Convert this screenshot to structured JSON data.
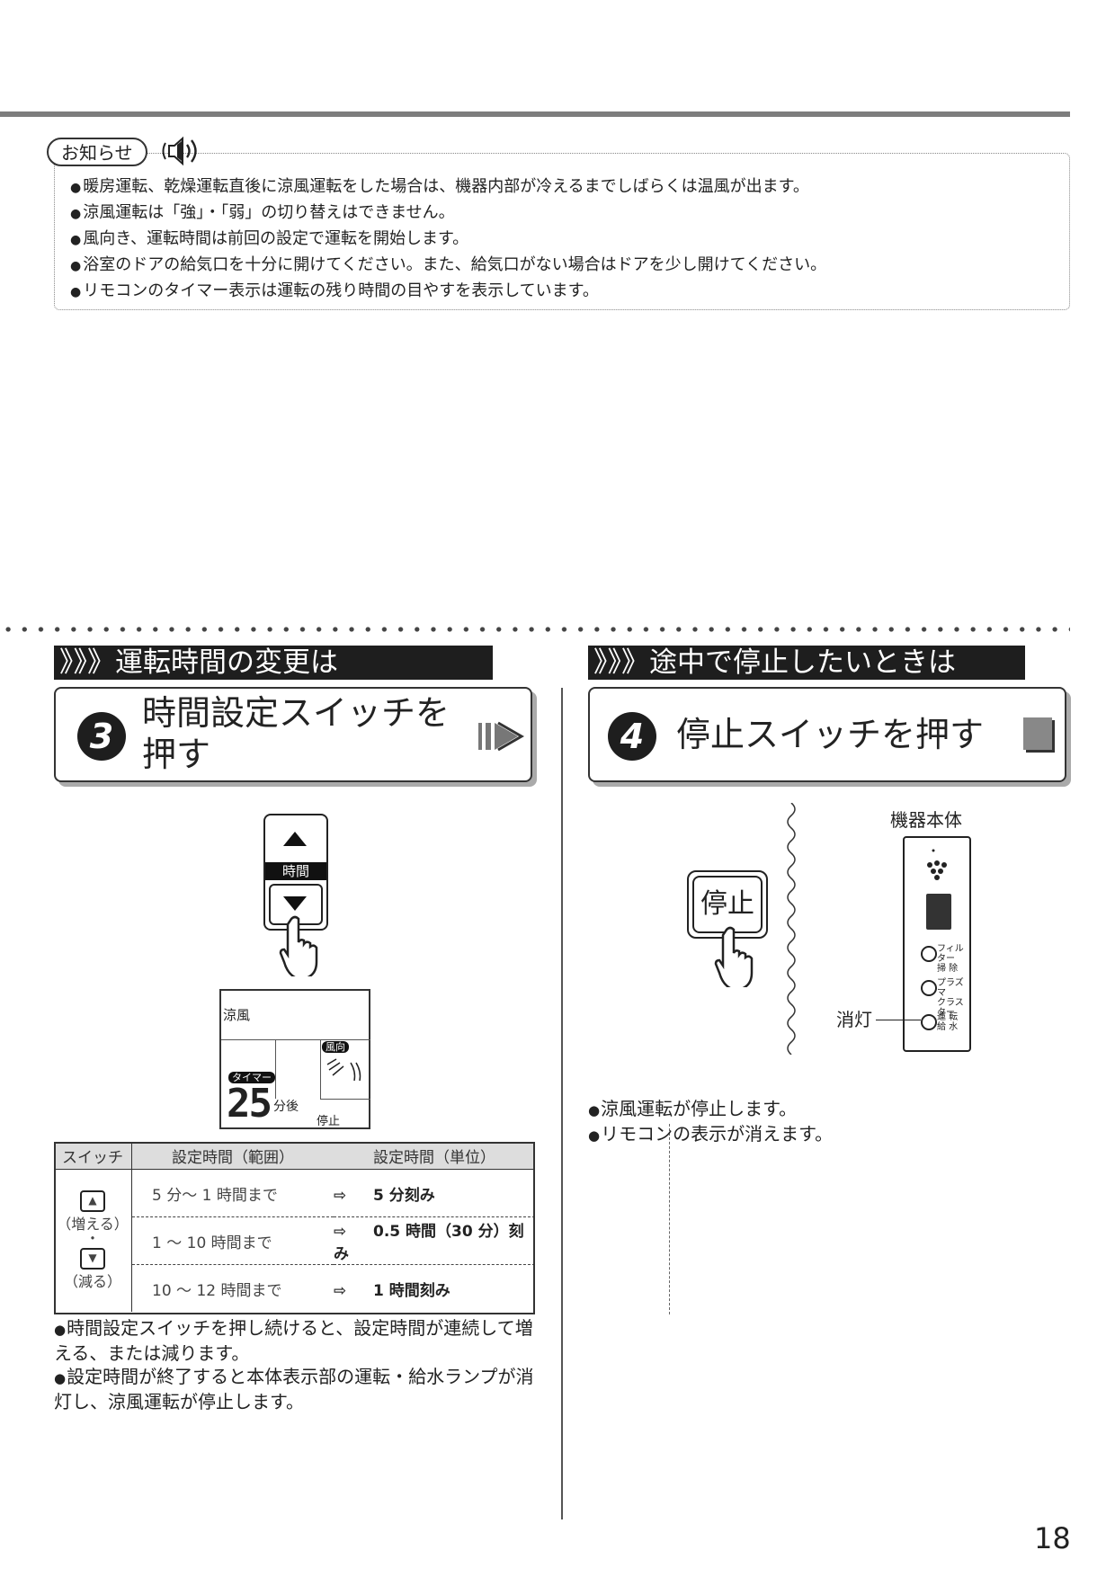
{
  "notice": {
    "badge": "お知らせ",
    "items": [
      "暖房運転、乾燥運転直後に涼風運転をした場合は、機器内部が冷えるまでしばらくは温風が出ます。",
      "涼風運転は「強」・「弱」の切り替えはできません。",
      "風向き、運転時間は前回の設定で運転を開始します。",
      "浴室のドアの給気口を十分に開けてください。また、給気口がない場合はドアを少し開けてください。",
      "リモコンのタイマー表示は運転の残り時間の目やすを表示しています。"
    ]
  },
  "left": {
    "section_title": "》》》運転時間の変更は",
    "step_number": "3",
    "step_text_line1": "時間設定スイッチを",
    "step_text_line2": "押す",
    "switch_label": "時間",
    "panel": {
      "mode": "涼風",
      "wind_badge": "風向",
      "timer_badge": "タイマー",
      "minutes": "25",
      "unit": "分後",
      "stop": "停止"
    },
    "table": {
      "headers": [
        "スイッチ",
        "設定時間（範囲）",
        "設定時間（単位）"
      ],
      "increase": "（増える）",
      "separator": "・",
      "decrease": "（減る）",
      "rows": [
        {
          "range": "5 分～ 1 時間まで",
          "unit": "5 分刻み"
        },
        {
          "range": "1 ～ 10 時間まで",
          "unit": "0.5 時間（30 分）刻み"
        },
        {
          "range": "10 ～ 12 時間まで",
          "unit": "1 時間刻み"
        }
      ]
    },
    "notes": [
      "時間設定スイッチを押し続けると、設定時間が連続して増える、または減ります。",
      "設定時間が終了すると本体表示部の運転・給水ランプが消灯し、涼風運転が停止します。"
    ]
  },
  "right": {
    "section_title": "》》》途中で停止したいときは",
    "step_number": "4",
    "step_text": "停止スイッチを押す",
    "stop_button": "停止",
    "device_title": "機器本体",
    "lamps": [
      {
        "l1": "フィルター",
        "l2": "掃 除"
      },
      {
        "l1": "プラズマ",
        "l2": "クラスター"
      },
      {
        "l1": "運 転",
        "l2": "給 水"
      }
    ],
    "off_label": "消灯",
    "notes": [
      "涼風運転が停止します。",
      "リモコンの表示が消えます。"
    ]
  },
  "page_number": "18"
}
